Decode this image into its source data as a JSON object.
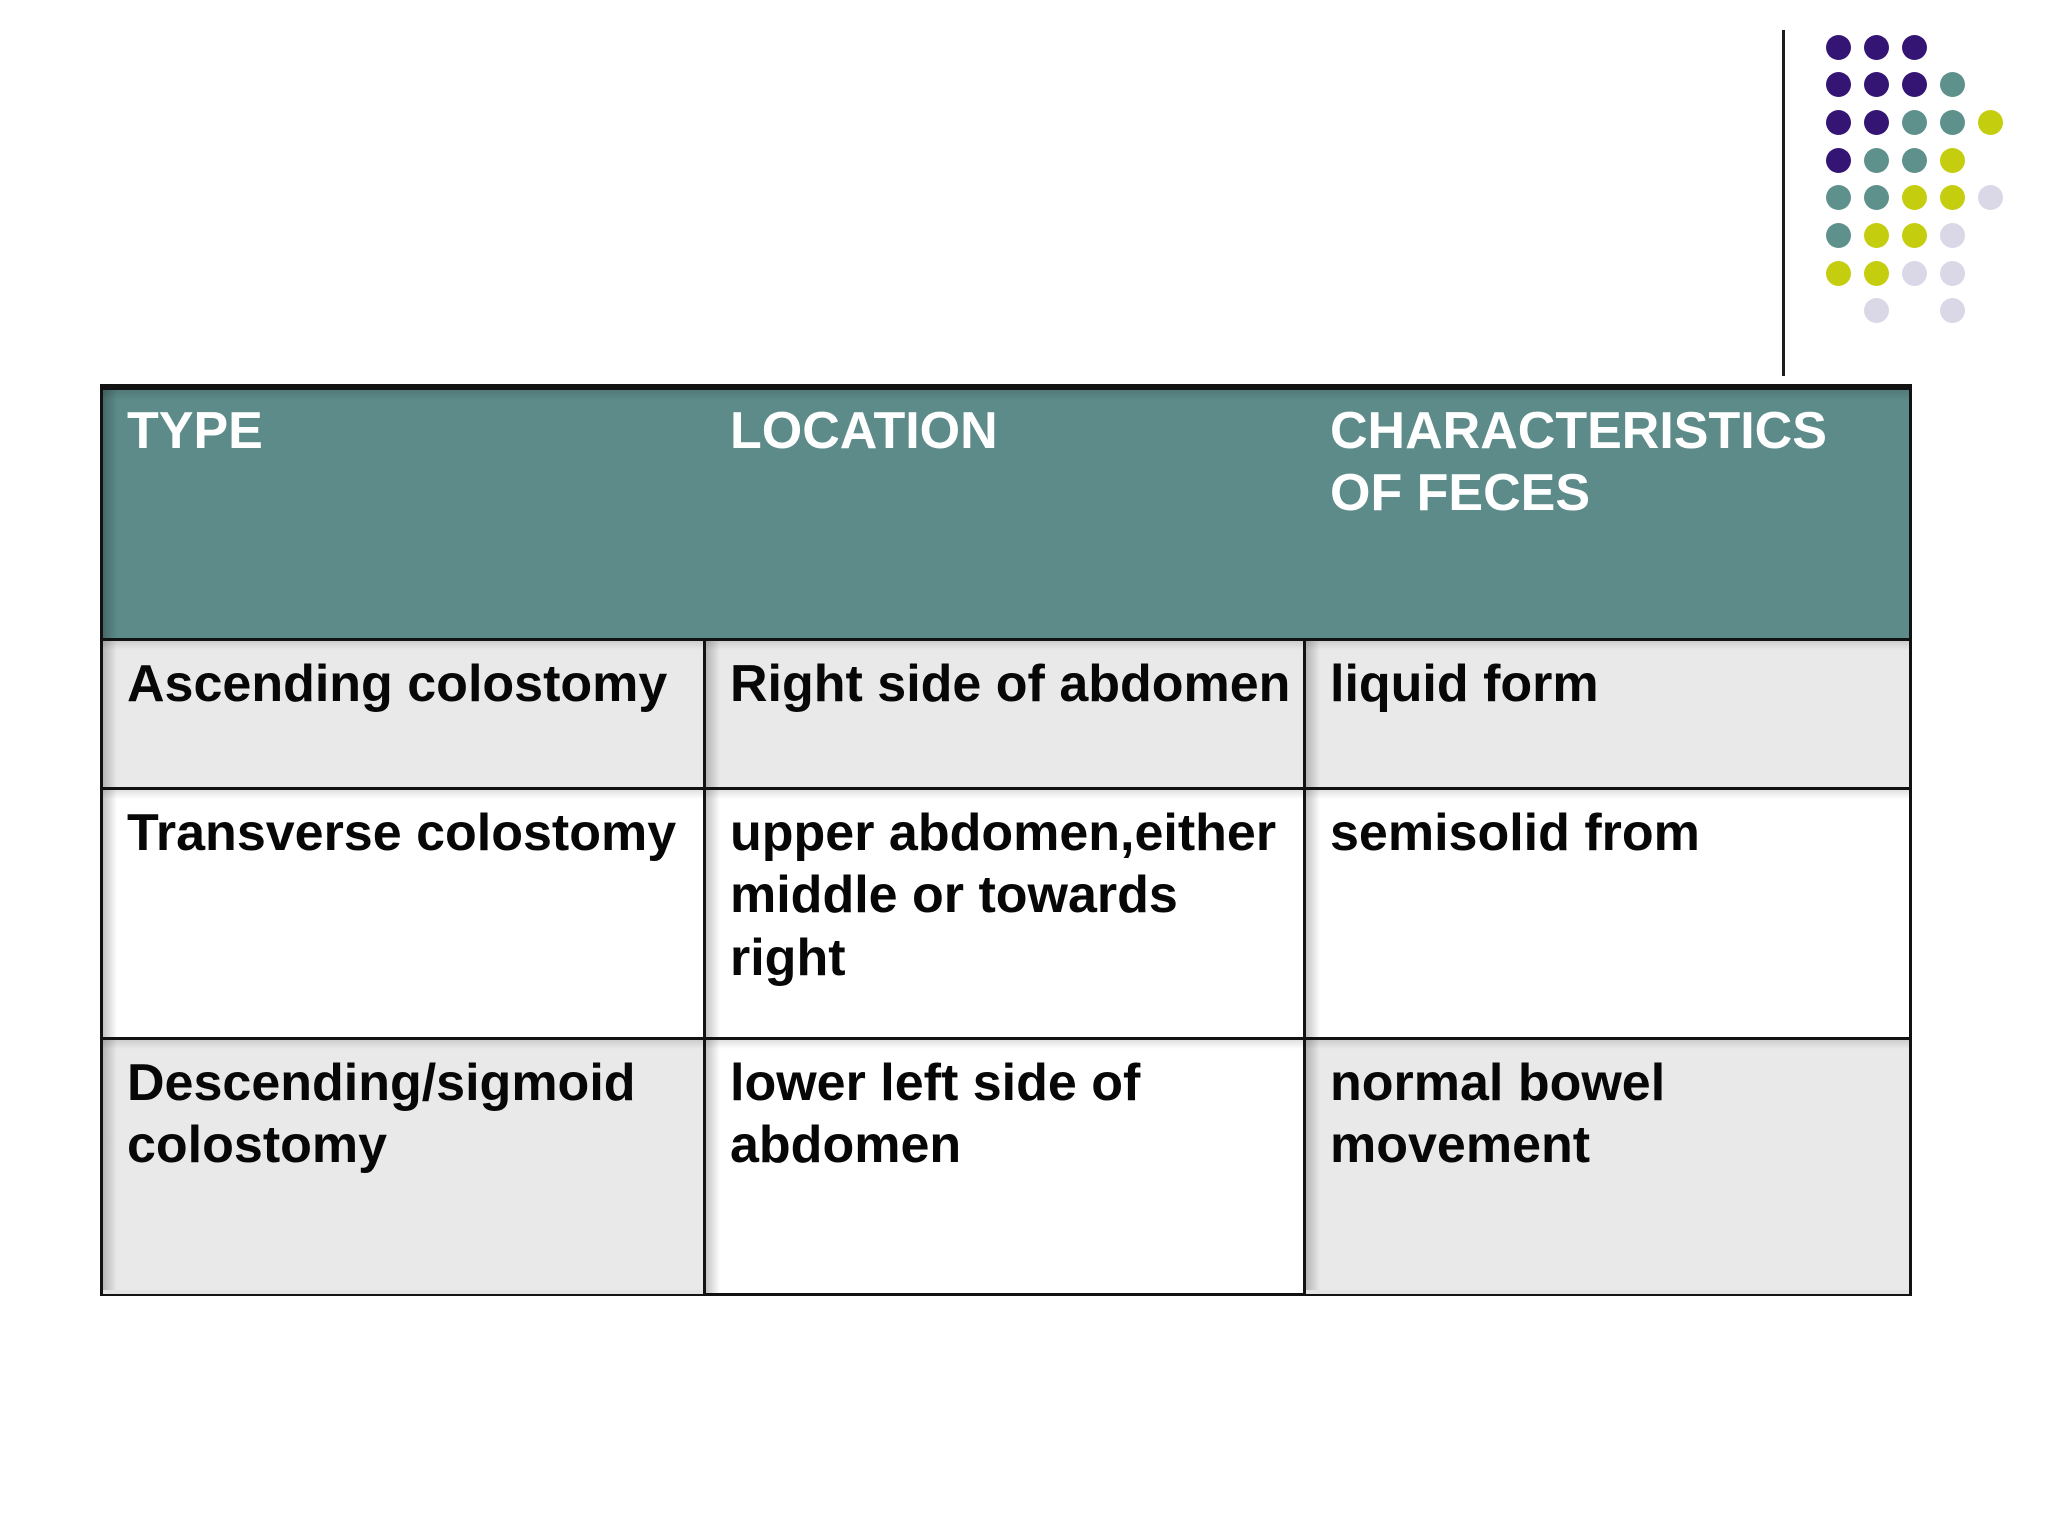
{
  "slide": {
    "background": "#ffffff"
  },
  "decoration": {
    "corner_line_color": "#1c1c1c",
    "dot_grid": {
      "colors": {
        "purple": "#341574",
        "teal": "#5F918C",
        "yellow": "#C4CD0E",
        "lavender": "#DAD7E7"
      },
      "dots": [
        [
          1,
          1,
          "purple"
        ],
        [
          1,
          2,
          "purple"
        ],
        [
          1,
          3,
          "purple"
        ],
        [
          2,
          1,
          "purple"
        ],
        [
          2,
          2,
          "purple"
        ],
        [
          2,
          3,
          "purple"
        ],
        [
          2,
          4,
          "teal"
        ],
        [
          3,
          1,
          "purple"
        ],
        [
          3,
          2,
          "purple"
        ],
        [
          3,
          3,
          "teal"
        ],
        [
          3,
          4,
          "teal"
        ],
        [
          3,
          5,
          "yellow"
        ],
        [
          4,
          1,
          "purple"
        ],
        [
          4,
          2,
          "teal"
        ],
        [
          4,
          3,
          "teal"
        ],
        [
          4,
          4,
          "yellow"
        ],
        [
          5,
          1,
          "teal"
        ],
        [
          5,
          2,
          "teal"
        ],
        [
          5,
          3,
          "yellow"
        ],
        [
          5,
          4,
          "yellow"
        ],
        [
          5,
          5,
          "lavender"
        ],
        [
          6,
          1,
          "teal"
        ],
        [
          6,
          2,
          "yellow"
        ],
        [
          6,
          3,
          "yellow"
        ],
        [
          6,
          4,
          "lavender"
        ],
        [
          7,
          1,
          "yellow"
        ],
        [
          7,
          2,
          "yellow"
        ],
        [
          7,
          3,
          "lavender"
        ],
        [
          7,
          4,
          "lavender"
        ],
        [
          8,
          2,
          "lavender"
        ],
        [
          8,
          4,
          "lavender"
        ]
      ]
    }
  },
  "table": {
    "colors": {
      "header_bg": "#5C8B89",
      "header_text": "#ffffff",
      "body_text": "#070707",
      "gray_cell": "#E9E9E9",
      "white_cell": "#ffffff",
      "border": "#121212"
    },
    "headers": [
      "TYPE",
      "LOCATION",
      "CHARACTERISTICS\nOF FECES"
    ],
    "rows": [
      {
        "cells": [
          {
            "text": "Ascending colostomy"
          },
          {
            "text": "Right side of abdomen"
          },
          {
            "text": "liquid form"
          }
        ]
      },
      {
        "cells": [
          {
            "text": "Transverse colostomy"
          },
          {
            "text": "upper abdomen,either\nmiddle or towards\nright"
          },
          {
            "text": "semisolid from"
          }
        ]
      },
      {
        "cells": [
          {
            "text": "Descending/sigmoid\ncolostomy"
          },
          {
            "text": "lower left side of\nabdomen"
          },
          {
            "text": "normal bowel\nmovement"
          }
        ]
      }
    ]
  }
}
